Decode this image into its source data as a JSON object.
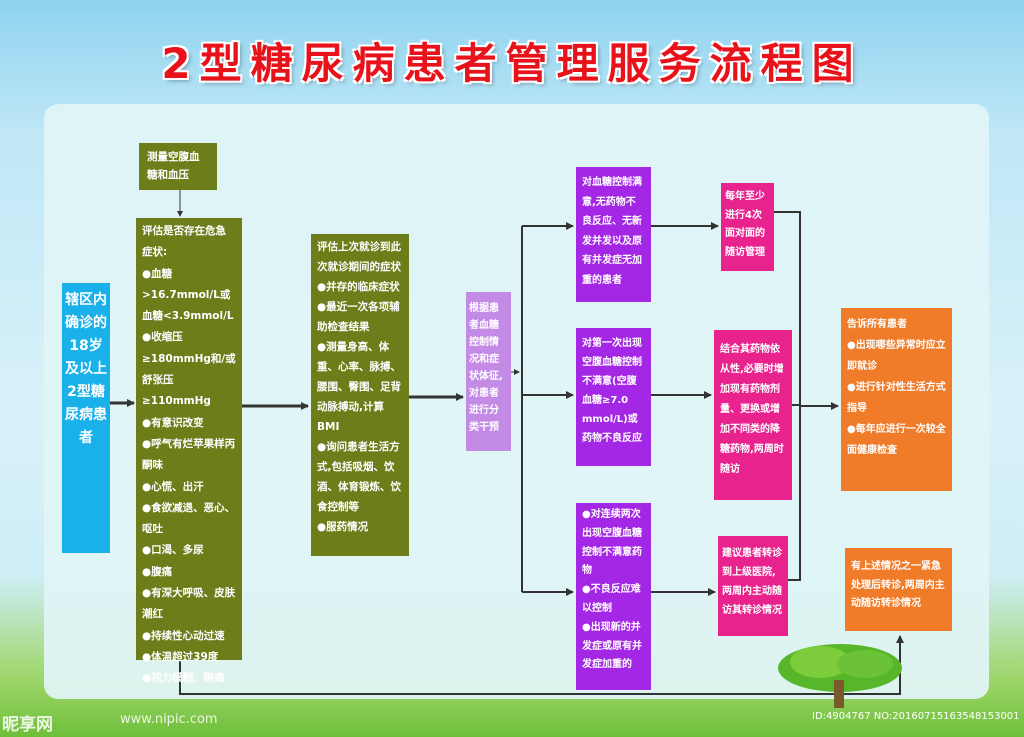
{
  "title": "2型糖尿病患者管理服务流程图",
  "boxes": {
    "measure": "测量空腹血糖和血压",
    "emergency": "评估是否存在危急症状:\n●血糖>16.7mmol/L或血糖<3.9mmol/L\n●收缩压≥180mmHg和/或舒张压≥110mmHg\n●有意识改变\n●呼气有烂苹果样丙酮味\n●心慌、出汗\n●食欲减退、恶心、呕吐\n●口渴、多尿\n●腹痛\n●有深大呼吸、皮肤潮红\n●持续性心动过速\n●体温超过39度\n●视力模糊、眼痛",
    "patients": "辖区内确诊的18岁及以上2型糖尿病患者",
    "assess": "评估上次就诊到此次就诊期间的症状\n●并存的临床症状\n●最近一次各项辅助检查结果\n●测量身高、体重、心率、脉搏、腰围、臀围、足背动脉搏动,计算BMI\n●询问患者生活方式,包括吸烟、饮酒、体育锻炼、饮食控制等\n●服药情况",
    "classify": "根据患者血糖控制情况和症状体征,对患者进行分类干预",
    "satisfied": "对血糖控制满意,无药物不良反应、无新发并发以及原有并发症无加重的患者",
    "first_unsatisfied": "对第一次出现空腹血糖控制不满意(空腹血糖≥7.0 mmol/L)或药物不良反应",
    "twice_unsatisfied": "●对连续两次出现空腹血糖控制不满意药物\n●不良反应难以控制\n●出现新的并发症或原有并发症加重的",
    "quarterly": "每年至少进行4次面对面的随访管理",
    "adjust": "结合其药物依从性,必要时增加现有药物剂量、更换或增加不同类的降糖药物,两周时随访",
    "referral": "建议患者转诊到上级医院,两周内主动随访其转诊情况",
    "tell_all": "告诉所有患者\n●出现哪些异常时应立即就诊\n●进行针对性生活方式指导\n●每年应进行一次较全面健康检查",
    "emergency_referral": "有上述情况之一紧急处理后转诊,两周内主动随访转诊情况"
  },
  "watermark": {
    "brand": "昵享网",
    "url": "www.nipic.com",
    "id": "ID:4904767 NO:20160715163548153001"
  },
  "colors": {
    "green": "#6c7d1a",
    "blue": "#1ab1ea",
    "purple": "#a327e4",
    "pink": "#e8238e",
    "orange": "#f07c2a",
    "title": "#e8121b"
  }
}
